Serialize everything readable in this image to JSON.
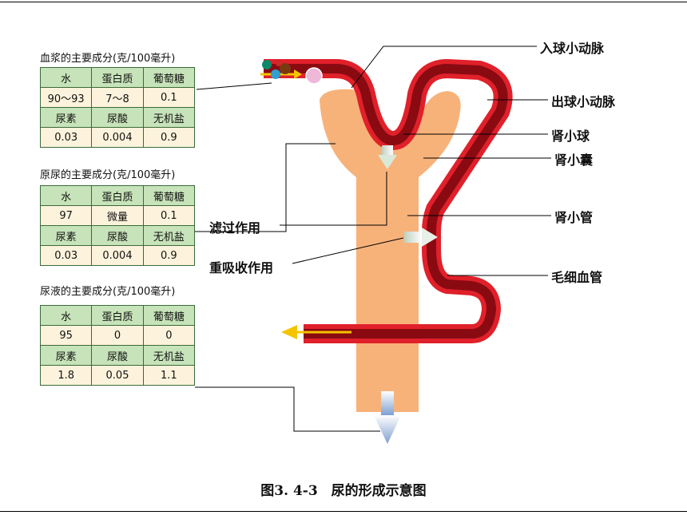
{
  "tables": [
    {
      "title": "血浆的主要成分(克/100毫升)",
      "rows": [
        [
          "水",
          "蛋白质",
          "葡萄糖"
        ],
        [
          "90～93",
          "7～8",
          "0.1"
        ],
        [
          "尿素",
          "尿酸",
          "无机盐"
        ],
        [
          "0.03",
          "0.004",
          "0.9"
        ]
      ]
    },
    {
      "title": "原尿的主要成分(克/100毫升)",
      "rows": [
        [
          "水",
          "蛋白质",
          "葡萄糖"
        ],
        [
          "97",
          "微量",
          "0.1"
        ],
        [
          "尿素",
          "尿酸",
          "无机盐"
        ],
        [
          "0.03",
          "0.004",
          "0.9"
        ]
      ]
    },
    {
      "title": "尿液的主要成分(克/100毫升)",
      "rows": [
        [
          "水",
          "蛋白质",
          "葡萄糖"
        ],
        [
          "95",
          "0",
          "0"
        ],
        [
          "尿素",
          "尿酸",
          "无机盐"
        ],
        [
          "1.8",
          "0.05",
          "1.1"
        ]
      ]
    }
  ],
  "labels": {
    "afferent": "入球小动脉",
    "efferent": "出球小动脉",
    "glomerulus": "肾小球",
    "capsule": "肾小囊",
    "tubule": "肾小管",
    "capillary": "毛细血管",
    "filtration": "滤过作用",
    "reabsorption": "重吸收作用"
  },
  "caption": "图3. 4-3　尿的形成示意图",
  "colors": {
    "vessel_outer": "#e0202a",
    "vessel_inner": "#8a0a12",
    "tubule": "#f7b27a",
    "header_cell": "#c7e3b9",
    "value_cell": "#fdf3dc",
    "flow_arrow": "#f5c400"
  }
}
